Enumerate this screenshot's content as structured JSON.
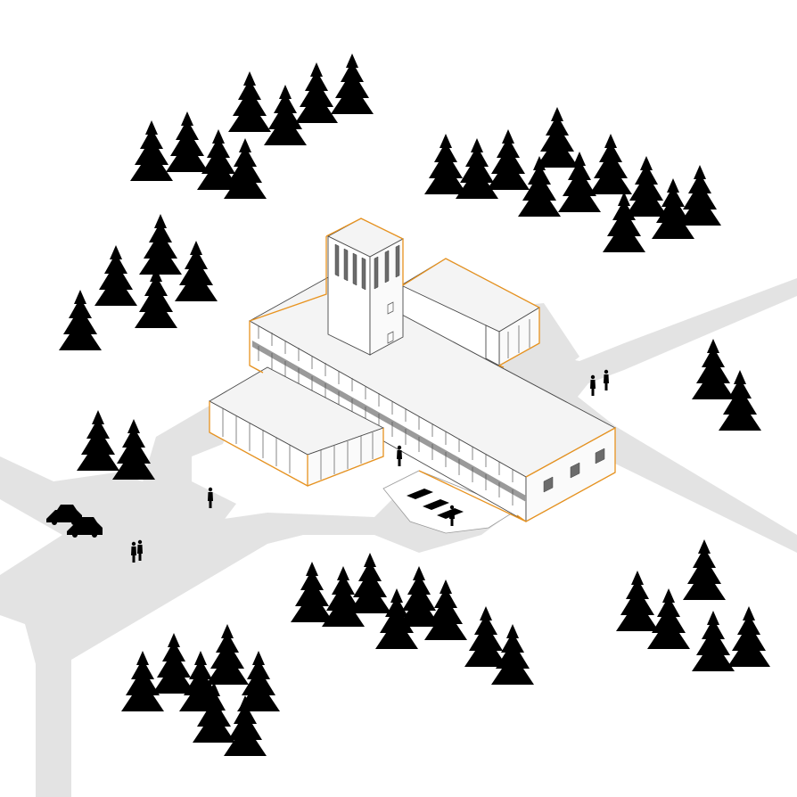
{
  "colors": {
    "background": "#ffffff",
    "ground_path": "#e3e3e3",
    "accent_outline": "#e8931f",
    "people": "#e8931f",
    "tree_line": "#9a9a9a",
    "building_line": "#4a4a4a",
    "roof_fill": "#f4f4f4"
  },
  "elements": {
    "building": "modernist-cross-plan-building-with-tower",
    "vegetation": "conifer-tree",
    "vehicles": "parked-car",
    "furniture": "picnic-bench",
    "figures": "person-figure"
  }
}
